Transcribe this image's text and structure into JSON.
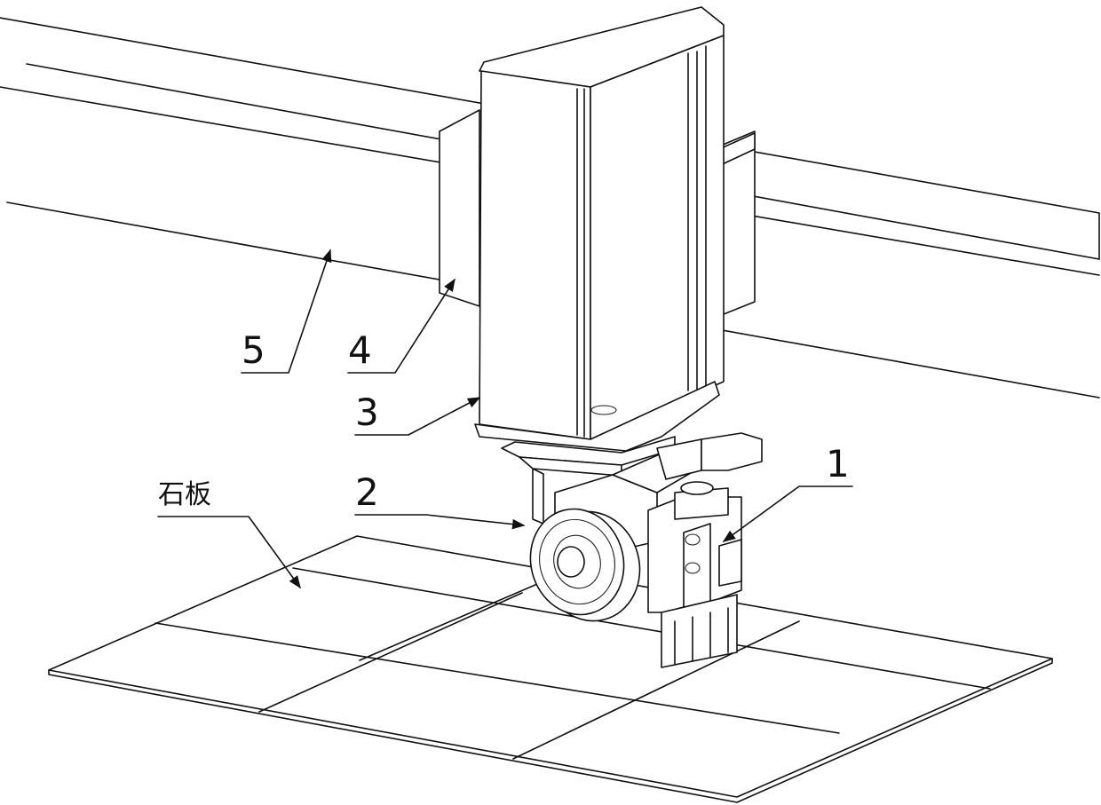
{
  "callouts": {
    "label_1": "1",
    "label_2": "2",
    "label_3": "3",
    "label_4": "4",
    "label_5": "5",
    "label_stone": "石板"
  },
  "colors": {
    "line": "#111111",
    "background": "#ffffff"
  }
}
